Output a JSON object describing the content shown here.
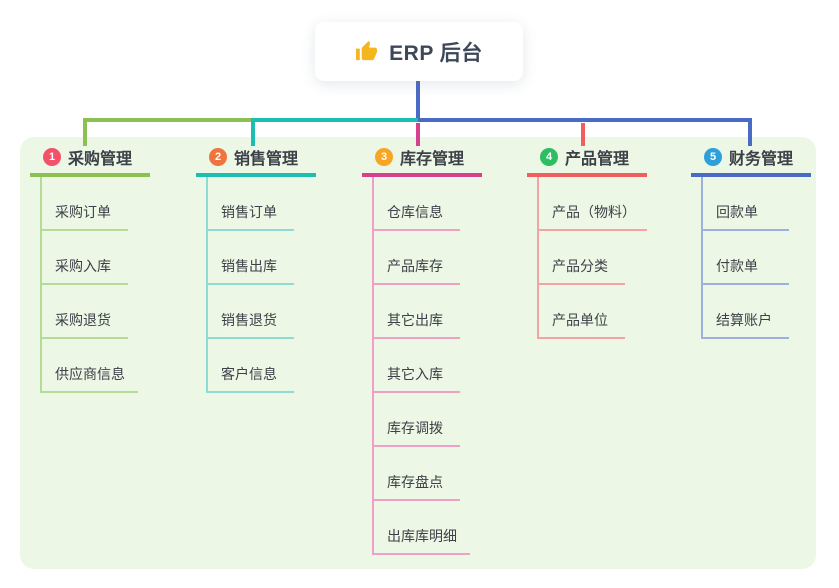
{
  "colors": {
    "canvas_bg": "#ffffff",
    "panel_bg": "#ecf7e6",
    "root_text": "#3d4758",
    "node_text": "#3c4148",
    "root_stem": "#4a6bc5",
    "thumb_icon": "#f5b61d"
  },
  "root": {
    "icon": "thumbs-up-icon",
    "title": "ERP 后台"
  },
  "branches": [
    {
      "number": "1",
      "label": "采购管理",
      "badge_color": "#f25169",
      "line_color": "#8cc152",
      "child_line_color": "#b5dc96",
      "children": [
        "采购订单",
        "采购入库",
        "采购退货",
        "供应商信息"
      ]
    },
    {
      "number": "2",
      "label": "销售管理",
      "badge_color": "#f0743e",
      "line_color": "#1ebdb2",
      "child_line_color": "#8fdcd4",
      "children": [
        "销售订单",
        "销售出库",
        "销售退货",
        "客户信息"
      ]
    },
    {
      "number": "3",
      "label": "库存管理",
      "badge_color": "#f6a623",
      "line_color": "#d6418f",
      "child_line_color": "#efa0c6",
      "children": [
        "仓库信息",
        "产品库存",
        "其它出库",
        "其它入库",
        "库存调拨",
        "库存盘点",
        "出库库明细"
      ]
    },
    {
      "number": "4",
      "label": "产品管理",
      "badge_color": "#2fbd62",
      "line_color": "#f15e5e",
      "child_line_color": "#f5a3a2",
      "children": [
        "产品（物料）",
        "产品分类",
        "产品单位"
      ]
    },
    {
      "number": "5",
      "label": "财务管理",
      "badge_color": "#2d9fdb",
      "line_color": "#4a6bc5",
      "child_line_color": "#9db1e0",
      "children": [
        "回款单",
        "付款单",
        "结算账户"
      ]
    }
  ]
}
